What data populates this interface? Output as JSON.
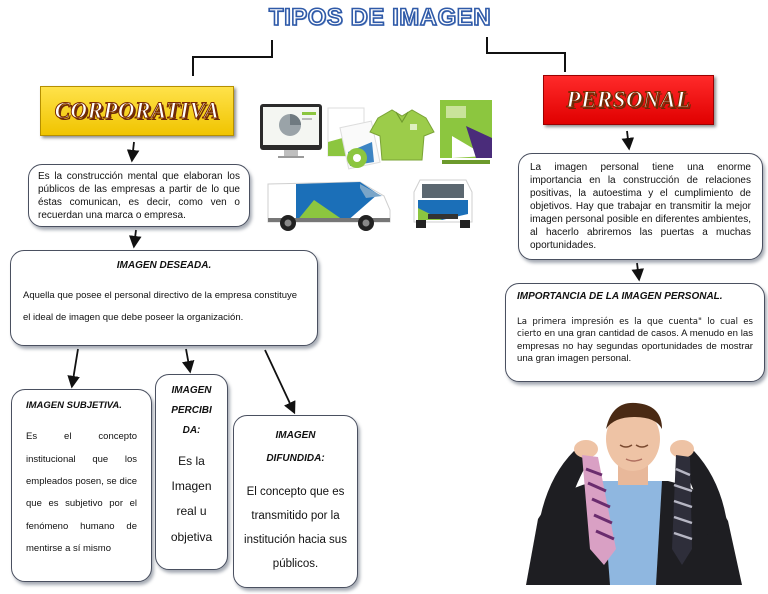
{
  "title": "TIPOS DE IMAGEN",
  "corporativa": {
    "label": "CORPORATIVA",
    "description": "Es la construcción mental que elaboran los públicos de las empresas a partir de lo que éstas comunican, es decir, como ven o recuerdan una marca o empresa."
  },
  "personal": {
    "label": "PERSONAL",
    "description": "La imagen personal tiene una enorme importancia en la construcción de relaciones positivas, la autoestima y el cumplimiento de objetivos. Hay que trabajar en transmitir la mejor imagen personal posible en diferentes ambientes, al hacerlo abriremos las puertas a muchas oportunidades."
  },
  "imagen_deseada": {
    "title": "IMAGEN DESEADA.",
    "text": "Aquella que posee el personal directivo de la empresa constituye el ideal de imagen que debe poseer la organización."
  },
  "imagen_subjetiva": {
    "title": "IMAGEN SUBJETIVA.",
    "text": "Es el concepto institucional que los empleados posen, se dice que es subjetivo por el fenómeno humano de mentirse a sí mismo"
  },
  "imagen_percibida": {
    "title": "IMAGEN PERCIBIDA:",
    "title_lines": [
      "IMAGEN",
      "PERCIBI",
      "DA:"
    ],
    "text": "Es la Imagen real u objetiva"
  },
  "imagen_difundida": {
    "title": "IMAGEN DIFUNDIDA:",
    "title_lines": [
      "IMAGEN",
      "DIFUNDIDA:"
    ],
    "text": "El concepto que es transmitido por la institución hacia sus públicos."
  },
  "importancia": {
    "title": "IMPORTANCIA DE LA IMAGEN PERSONAL.",
    "lead": "La primera impresión es la que cuenta\" lo cual es cierto",
    "text": "en una gran cantidad de casos. A menudo en las empresas no hay segundas oportunidades de mostrar una gran imagen personal."
  },
  "images": {
    "branding": "corporate-branding-mockup",
    "person": "businessman-choosing-tie"
  },
  "colors": {
    "title_outline": "#2f5aa8",
    "corporativa_fill": "#f5cc00",
    "personal_fill": "#ee0000",
    "brand_green": "#8cc63f",
    "brand_blue": "#1b6fb8",
    "box_border": "#4a5060"
  }
}
